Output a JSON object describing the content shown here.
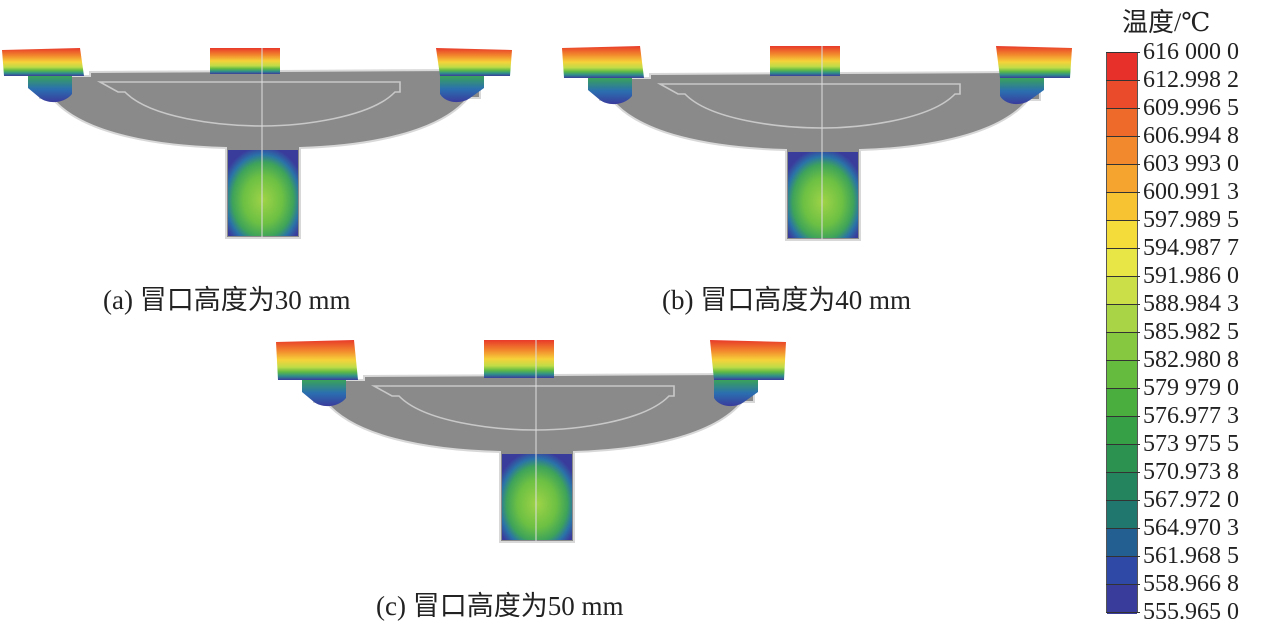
{
  "captions": {
    "a": "(a) 冒口高度为30 mm",
    "b": "(b) 冒口高度为40 mm",
    "c": "(c) 冒口高度为50 mm"
  },
  "legend": {
    "title": "温度/℃",
    "values": [
      "616 000 0",
      "612.998 2",
      "609.996 5",
      "606.994 8",
      "603 993 0",
      "600.991 3",
      "597.989 5",
      "594.987 7",
      "591.986 0",
      "588.984 3",
      "585.982 5",
      "582.980 8",
      "579 979 0",
      "576.977 3",
      "573 975 5",
      "570.973 8",
      "567.972 0",
      "564.970 3",
      "561.968 5",
      "558.966 8",
      "555.965 0"
    ],
    "colors": [
      "#e8302a",
      "#ea4b2a",
      "#ee6a2b",
      "#f2892d",
      "#f5a52f",
      "#f7c333",
      "#f4dc3a",
      "#e8e547",
      "#cbdf49",
      "#a8d446",
      "#86c940",
      "#64bb3e",
      "#4aae3f",
      "#36a047",
      "#2b9250",
      "#24845e",
      "#20776e",
      "#245f92",
      "#2e4aa6",
      "#3a3c9c"
    ]
  },
  "colors": {
    "casting_gray": "#8a8a8a",
    "casting_edge": "#d8d8d8"
  }
}
